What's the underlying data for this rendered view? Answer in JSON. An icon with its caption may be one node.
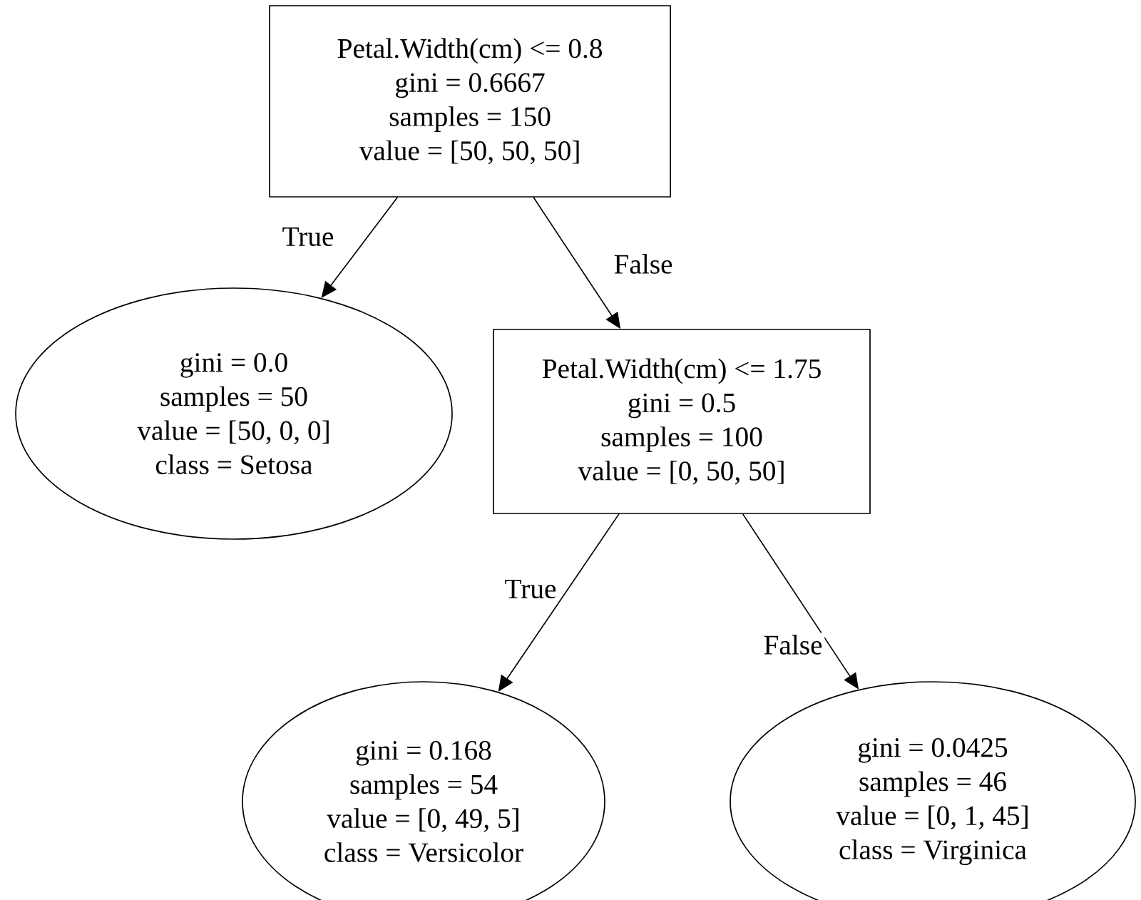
{
  "diagram": {
    "nodes": [
      {
        "text": [
          "Petal.Width(cm) <= 0.8",
          "gini = 0.6667",
          "samples = 150",
          "value = [50, 50, 50]"
        ]
      },
      {
        "text": [
          "gini = 0.0",
          "samples = 50",
          "value = [50, 0, 0]",
          "class = Setosa"
        ]
      },
      {
        "text": [
          "Petal.Width(cm) <= 1.75",
          "gini = 0.5",
          "samples = 100",
          "value = [0, 50, 50]"
        ]
      },
      {
        "text": [
          "gini = 0.168",
          "samples = 54",
          "value = [0, 49, 5]",
          "class = Versicolor"
        ]
      },
      {
        "text": [
          "gini = 0.0425",
          "samples = 46",
          "value = [0, 1, 45]",
          "class = Virginica"
        ]
      }
    ],
    "edges": [
      {
        "from": 0,
        "to": 1,
        "arrow": "to",
        "label": "True"
      },
      {
        "from": 0,
        "to": 2,
        "arrow": "to",
        "label": "False"
      },
      {
        "from": 2,
        "to": 3,
        "arrow": "to",
        "label": "True"
      },
      {
        "from": 2,
        "to": 4,
        "arrow": "to",
        "label": "False"
      }
    ]
  }
}
